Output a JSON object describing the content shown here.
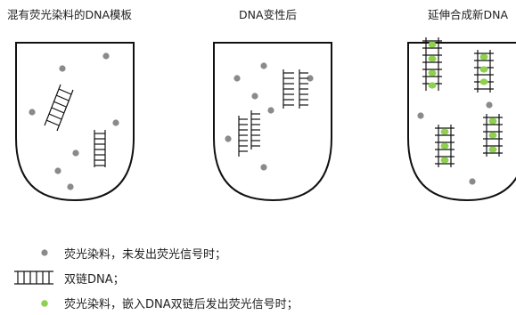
{
  "titles": [
    "混有荧光染料的DNA模板",
    "DNA变性后",
    "延伸合成新DNA"
  ],
  "legend": [
    {
      "text": "荧光染料，未发出荧光信号时；",
      "icon": "gray-dot-icon"
    },
    {
      "text": "双链DNA；",
      "icon": "ladder-icon"
    },
    {
      "text": "荧光染料，嵌入DNA双链后发出荧光信号时；",
      "icon": "green-dot-icon"
    }
  ],
  "colors": {
    "outline": "#111111",
    "gray_dye": "#8a8a8a",
    "green_dye": "#8fd14f"
  }
}
